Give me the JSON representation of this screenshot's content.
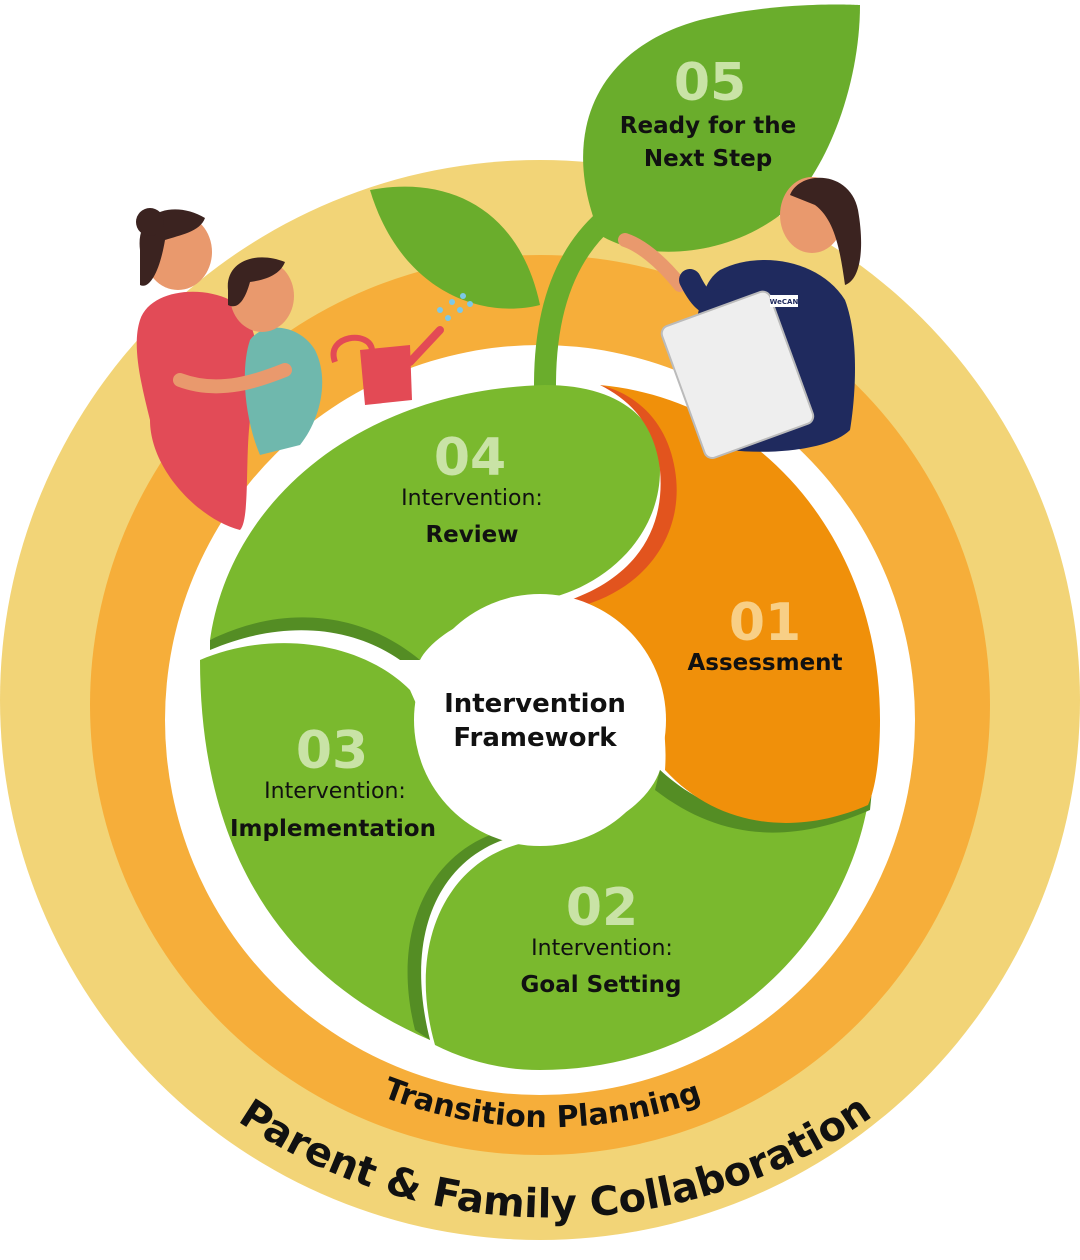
{
  "framework": {
    "center_title_line1": "Intervention",
    "center_title_line2": "Framework"
  },
  "steps": [
    {
      "number": "01",
      "title": "Assessment",
      "color": "#f0900a"
    },
    {
      "number": "02",
      "subtitle": "Intervention:",
      "title": "Goal Setting",
      "color": "#7ab92e"
    },
    {
      "number": "03",
      "subtitle": "Intervention:",
      "title": "Implementation",
      "color": "#7ab92e"
    },
    {
      "number": "04",
      "subtitle": "Intervention:",
      "title": "Review",
      "color": "#7ab92e"
    },
    {
      "number": "05",
      "title_line1": "Ready for the",
      "title_line2": "Next Step",
      "color": "#6aad2c"
    }
  ],
  "rings": {
    "inner_label": "Transition Planning",
    "outer_label": "Parent & Family Collaboration",
    "inner_color": "#f6ae3a",
    "outer_color": "#f2d477"
  },
  "badge": {
    "text": "WeCAN"
  }
}
